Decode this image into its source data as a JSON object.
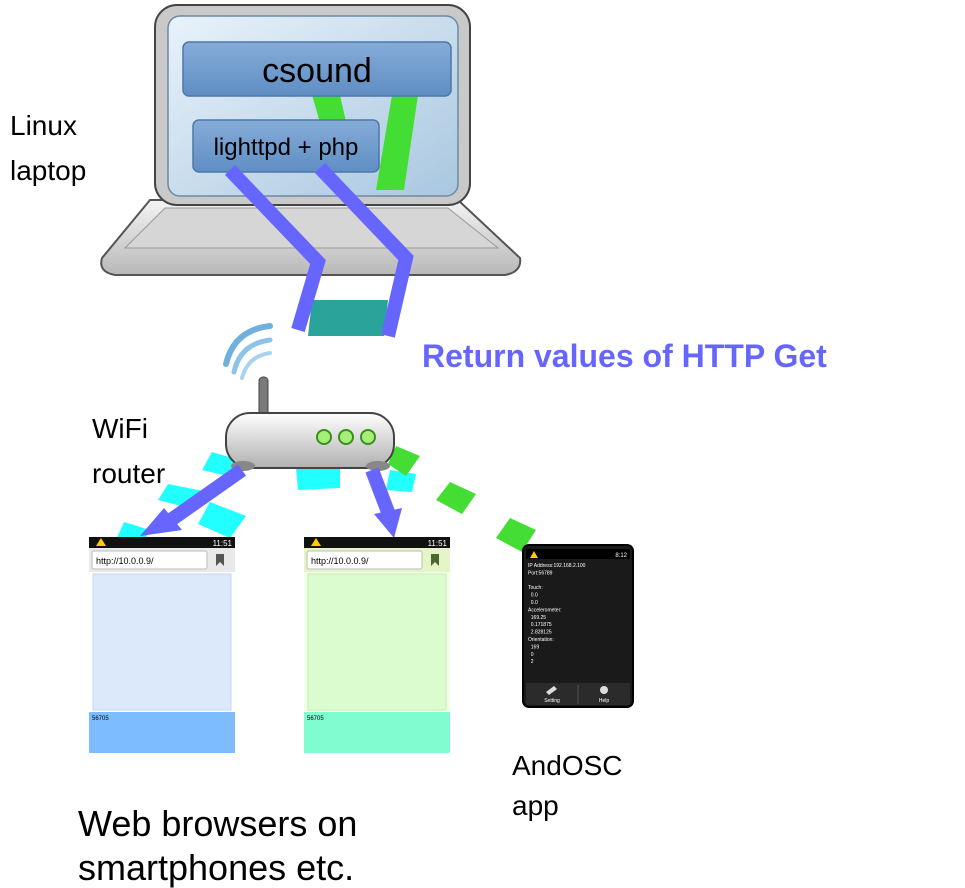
{
  "laptop": {
    "label_line1": "Linux",
    "label_line2": "laptop",
    "csound_box": "csound",
    "server_box": "lighttpd + php"
  },
  "router": {
    "label_line1": "WiFi",
    "label_line2": "router"
  },
  "annotation": {
    "return_values": "Return values of HTTP Get",
    "color": "#6666ff"
  },
  "browser_phones": {
    "caption_line1": "Web browsers on",
    "caption_line2": "smartphones etc.",
    "phones": [
      {
        "url": "http://10.0.0.9/",
        "clock": "11:51",
        "footer": "56705",
        "screen_color": "#dbe9fb",
        "bottom_color": "#7dbcff"
      },
      {
        "url": "http://10.0.0.9/",
        "clock": "11:51",
        "footer": "56705",
        "screen_color": "#dbfccf",
        "bottom_color": "#7ffcd0"
      }
    ]
  },
  "andosc": {
    "label_line1": "AndOSC",
    "label_line2": "app",
    "clock": "8:12",
    "screen_lines": [
      "IP Address:192.168.2.100",
      "Port:56789",
      "",
      "Touch:",
      "  0.0",
      "  0.0",
      "Accelerometer:",
      "  169.25",
      "  0.171875",
      "  2.828125",
      "Orientation:",
      "  169",
      "  0",
      "  2"
    ],
    "button_setting": "Setting",
    "button_help": "Help"
  },
  "colors": {
    "http_arrow": "#6666ff",
    "osc_line": "#44dd33",
    "wifi_link": "#22ffff",
    "laptop_link": "#2aa39a"
  }
}
